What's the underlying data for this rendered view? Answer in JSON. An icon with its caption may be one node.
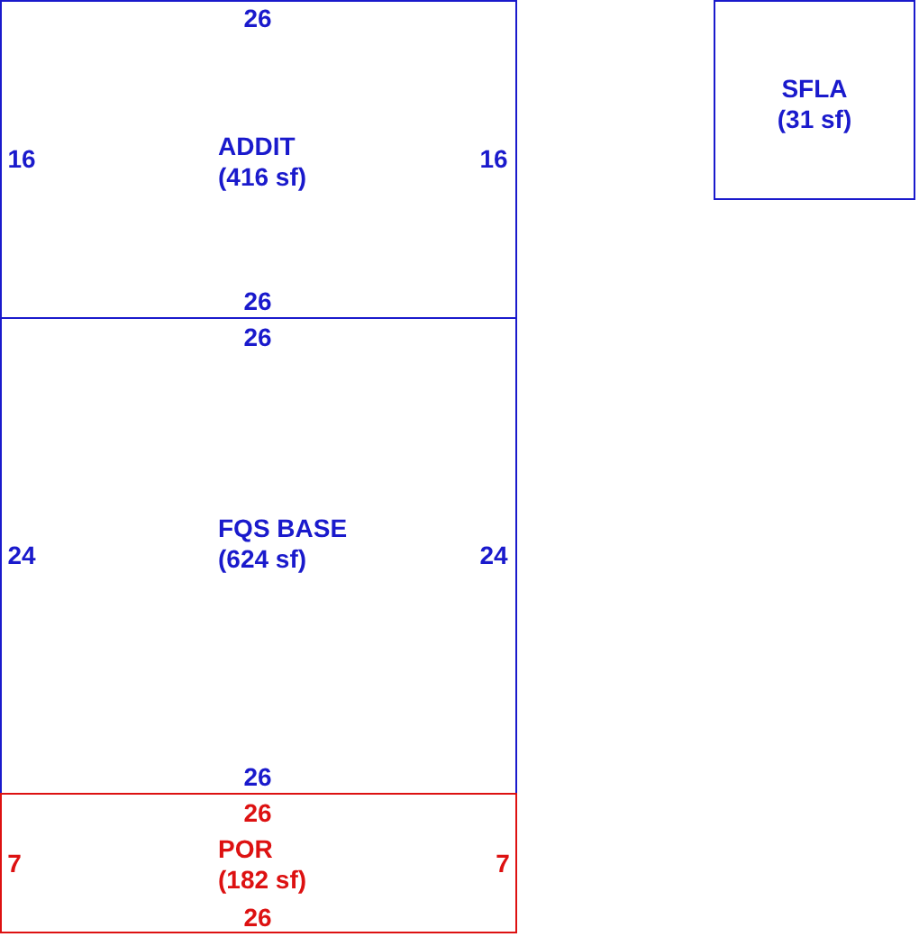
{
  "diagram": {
    "nodes": [
      {
        "text": [
          "ADDIT",
          "(416 sf)"
        ]
      },
      {
        "text": [
          "SFLA",
          "(31 sf)"
        ]
      },
      {
        "text": [
          "FQS BASE",
          "(624 sf)"
        ]
      },
      {
        "text": [
          "POR",
          "(182 sf)"
        ]
      }
    ],
    "labels": [
      "26",
      "16",
      "16",
      "26",
      "26",
      "24",
      "24",
      "26",
      "26",
      "7",
      "7",
      "26"
    ]
  }
}
